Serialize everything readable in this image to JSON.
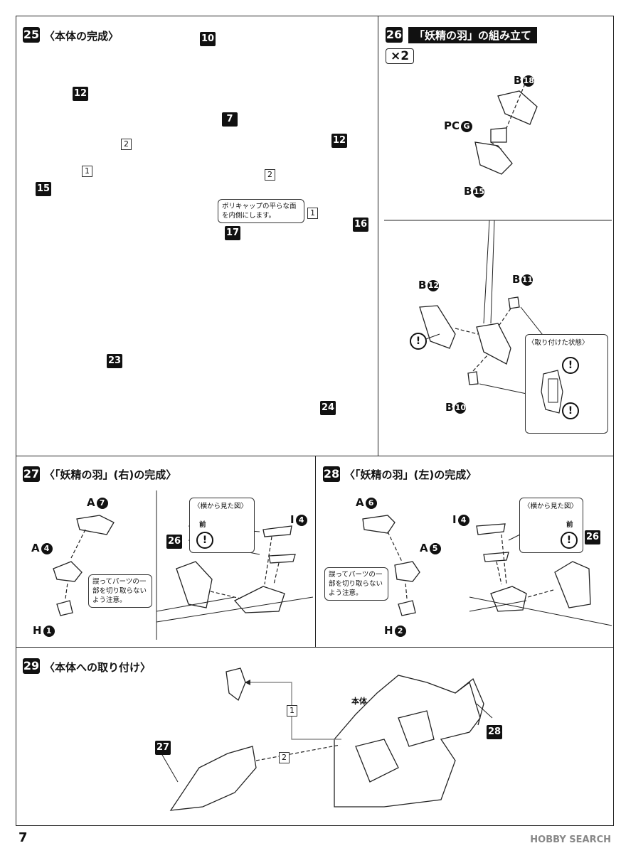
{
  "steps": {
    "s25": {
      "num": "25",
      "title": "〈本体の完成〉",
      "parts": [
        "10",
        "12",
        "7",
        "12",
        "15",
        "17",
        "16",
        "23",
        "24"
      ],
      "order": [
        "2",
        "1",
        "2",
        "1"
      ],
      "note": "ポリキャップの平らな面を内側にします。"
    },
    "s26": {
      "num": "26",
      "title": "「妖精の羽」の組み立て",
      "qty": "×2",
      "runners": [
        {
          "letter": "B",
          "num": "18"
        },
        {
          "letter": "PC",
          "num": "G"
        },
        {
          "letter": "B",
          "num": "15"
        },
        {
          "letter": "B",
          "num": "12"
        },
        {
          "letter": "B",
          "num": "11"
        },
        {
          "letter": "B",
          "num": "10"
        }
      ],
      "attached_label": "〈取り付けた状態〉"
    },
    "s27": {
      "num": "27",
      "title": "〈「妖精の羽」(右)の完成〉",
      "runners": [
        {
          "letter": "A",
          "num": "7"
        },
        {
          "letter": "A",
          "num": "4"
        },
        {
          "letter": "H",
          "num": "1"
        },
        {
          "letter": "I",
          "num": "4"
        }
      ],
      "part": "26",
      "note": "誤ってパーツの一部を切り取らないよう注意。",
      "side_label": "〈横から見た図〉",
      "front": "前"
    },
    "s28": {
      "num": "28",
      "title": "〈「妖精の羽」(左)の完成〉",
      "runners": [
        {
          "letter": "A",
          "num": "6"
        },
        {
          "letter": "A",
          "num": "5"
        },
        {
          "letter": "H",
          "num": "2"
        },
        {
          "letter": "I",
          "num": "4"
        }
      ],
      "part": "26",
      "note": "誤ってパーツの一部を切り取らないよう注意。",
      "side_label": "〈横から見た図〉",
      "front": "前"
    },
    "s29": {
      "num": "29",
      "title": "〈本体への取り付け〉",
      "body_label": "本体",
      "parts": [
        "27",
        "28"
      ],
      "order": [
        "1",
        "2"
      ]
    }
  },
  "caution_mark": "!",
  "footer": {
    "page": "7",
    "watermark": "HOBBY SEARCH"
  }
}
